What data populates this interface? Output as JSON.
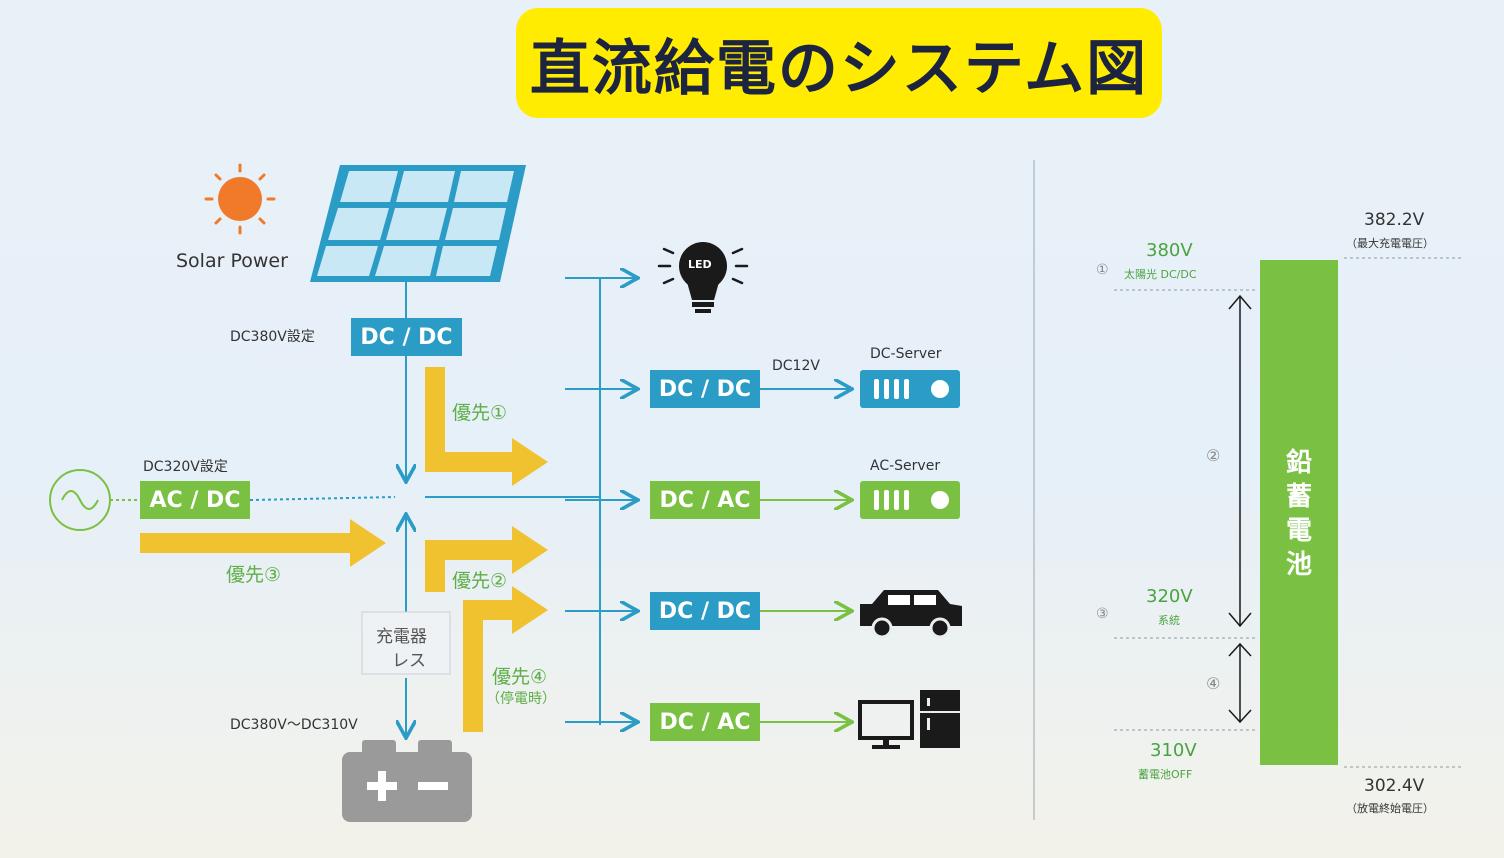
{
  "title": "直流給電のシステム図",
  "left": {
    "solar_label": "Solar Power",
    "dcdc_main": {
      "label": "DC / DC",
      "setting": "DC380V設定"
    },
    "acdc": {
      "label": "AC / DC",
      "setting": "DC320V設定"
    },
    "charger_line1": "充電器",
    "charger_line2": "レス",
    "battery_range": "DC380V～DC310V",
    "priority1": "優先①",
    "priority2": "優先②",
    "priority3": "優先③",
    "priority4": "優先④",
    "priority4_note": "（停電時）",
    "led_text": "LED",
    "outputs": [
      {
        "converter": "DC / DC",
        "voltage": "DC12V",
        "device": "DC-Server"
      },
      {
        "converter": "DC / AC",
        "device": "AC-Server"
      },
      {
        "converter": "DC / DC",
        "device_text": "EV"
      },
      {
        "converter": "DC / AC"
      }
    ]
  },
  "right": {
    "battery_label": "鉛蓄電池",
    "top_voltage": "382.2V",
    "top_note": "（最大充電電圧）",
    "bottom_voltage": "302.4V",
    "bottom_note": "（放電終始電圧）",
    "levels": [
      {
        "num": "①",
        "voltage": "380V",
        "note": "太陽光 DC/DC"
      },
      {
        "num": "③",
        "voltage": "320V",
        "note": "系統"
      },
      {
        "voltage": "310V",
        "note": "蓄電池OFF"
      }
    ],
    "range_nums": [
      "②",
      "④"
    ]
  },
  "colors": {
    "blue": "#2a9cc5",
    "green": "#7ac143",
    "yellow": "#f0c230",
    "title_bg": "#ffec00"
  }
}
